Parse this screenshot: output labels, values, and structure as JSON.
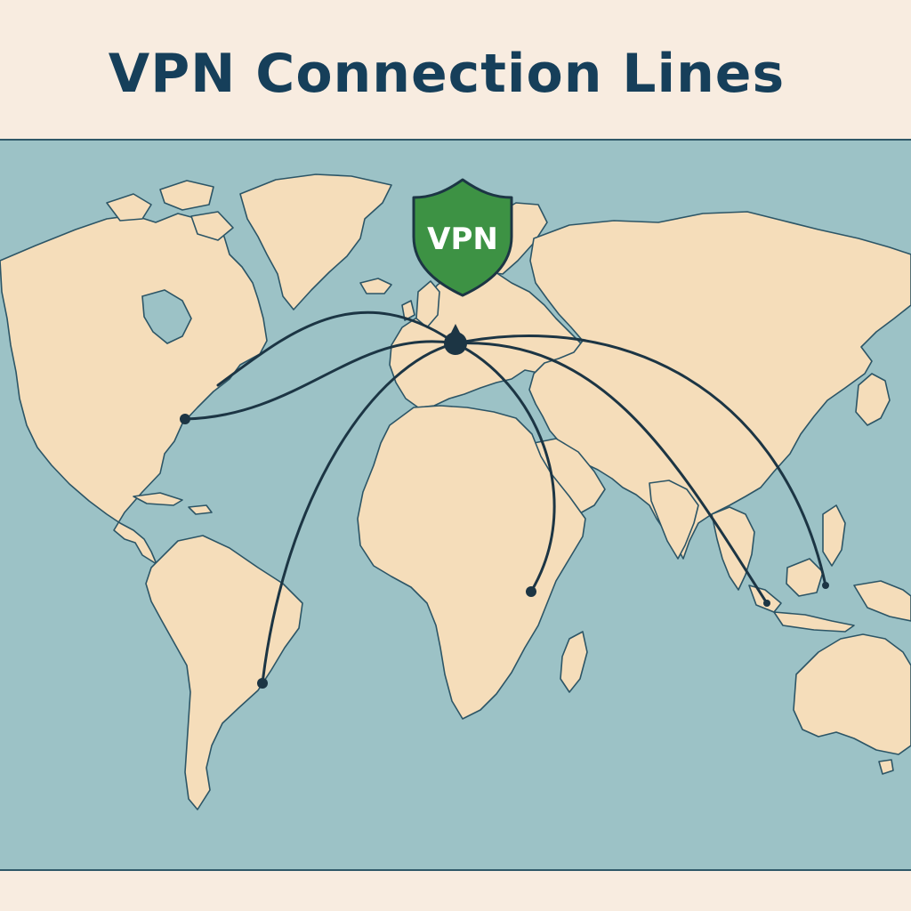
{
  "header": {
    "title": "VPN Connection Lines"
  },
  "map": {
    "ocean_color": "#9cc2c6",
    "land_color": "#f5ddba",
    "coast_color": "#2c5566",
    "route_color": "#1c3544",
    "shield": {
      "label": "VPN",
      "color": "#3d9244",
      "icon": "shield-icon"
    },
    "hub": {
      "location": "Europe"
    },
    "routes": [
      {
        "id": "new-york",
        "region": "North America (East Coast)"
      },
      {
        "id": "south-america",
        "region": "South America (East Coast)"
      },
      {
        "id": "east-africa",
        "region": "East Africa"
      },
      {
        "id": "southeast-asia",
        "region": "Southeast Asia"
      },
      {
        "id": "philippines",
        "region": "Maritime Southeast Asia"
      }
    ]
  }
}
